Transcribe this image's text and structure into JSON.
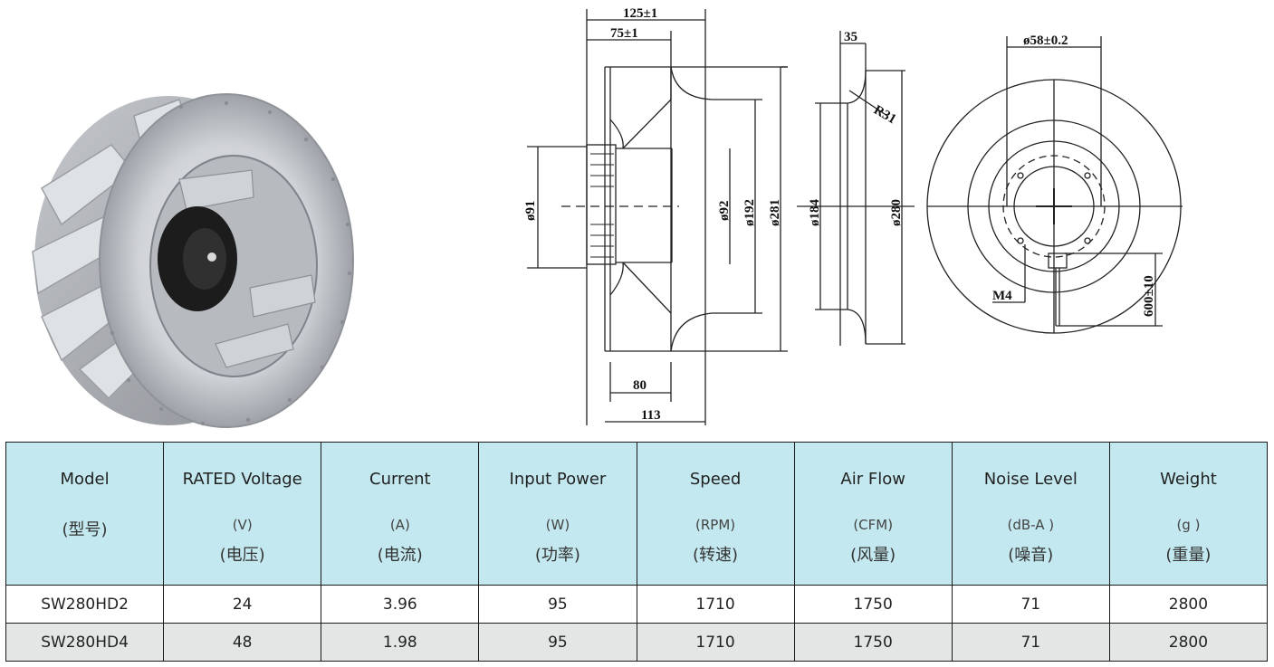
{
  "drawings": {
    "side": {
      "w125": "125±1",
      "w75": "75±1",
      "d91": "ø91",
      "d92": "ø92",
      "d192": "ø192",
      "d281": "ø281",
      "w80": "80",
      "w113": "113"
    },
    "profile": {
      "w35": "35",
      "r31": "R31",
      "d184": "ø184",
      "d280": "ø280"
    },
    "front": {
      "d58": "ø58±0.2",
      "m4": "M4",
      "cable": "600±10"
    }
  },
  "table": {
    "headers": [
      {
        "main": "Model",
        "unit": "",
        "cn": "(型号)"
      },
      {
        "main": "RATED Voltage",
        "unit": "(V)",
        "cn": "(电压)"
      },
      {
        "main": "Current",
        "unit": "(A)",
        "cn": "(电流)"
      },
      {
        "main": "Input Power",
        "unit": "(W)",
        "cn": "(功率)"
      },
      {
        "main": "Speed",
        "unit": "(RPM)",
        "cn": "(转速)"
      },
      {
        "main": "Air Flow",
        "unit": "(CFM)",
        "cn": "(风量)"
      },
      {
        "main": "Noise Level",
        "unit": "(dB-A )",
        "cn": "(噪音)"
      },
      {
        "main": "Weight",
        "unit": "(g )",
        "cn": "(重量)"
      }
    ],
    "rows": [
      [
        "SW280HD2",
        "24",
        "3.96",
        "95",
        "1710",
        "1750",
        "71",
        "2800"
      ],
      [
        "SW280HD4",
        "48",
        "1.98",
        "95",
        "1710",
        "1750",
        "71",
        "2800"
      ]
    ]
  },
  "colors": {
    "header_bg": "#c3e8ef",
    "alt_row_bg": "#e4e6e6",
    "border": "#1a1a1a"
  },
  "icons": [
    "centrifugal-fan-photo"
  ]
}
